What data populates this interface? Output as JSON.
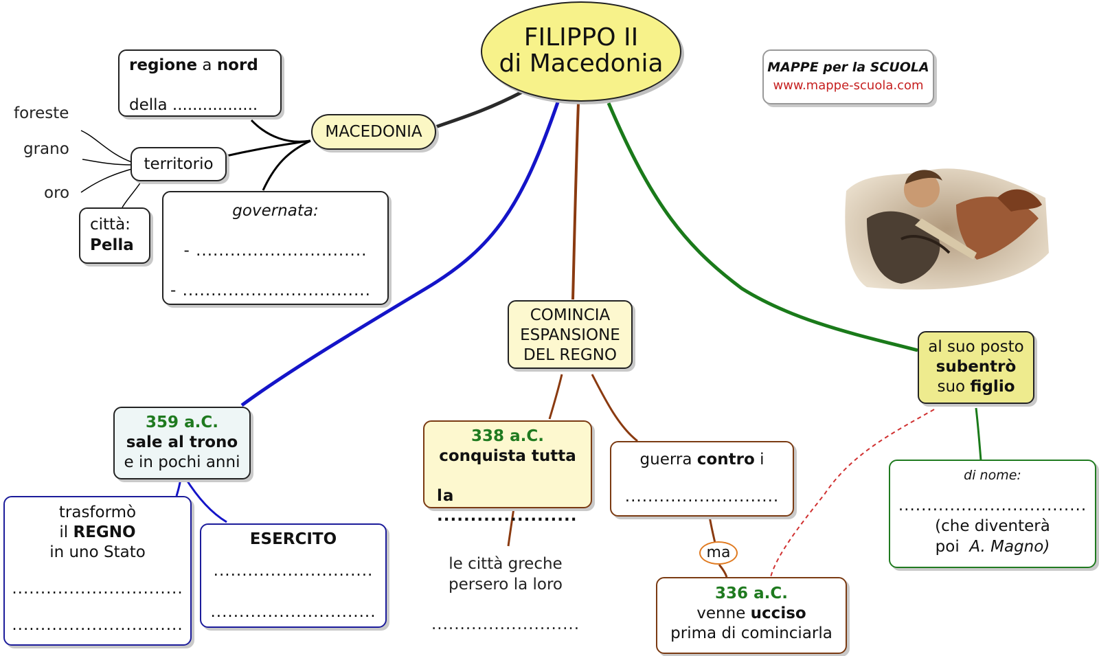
{
  "title": {
    "line1": "FILIPPO II",
    "line2": "di Macedonia"
  },
  "brand": {
    "name": "MAPPE per la SCUOLA",
    "url": "www.mappe-scuola.com"
  },
  "macedonia": {
    "label": "MACEDONIA",
    "regione": {
      "word1": "regione",
      "word2": "a",
      "word3": "nord",
      "line2": "della ................."
    },
    "territorio": "territorio",
    "territorio_items": [
      "foreste",
      "grano",
      "oro"
    ],
    "citta": {
      "label": "città:",
      "name": "Pella"
    },
    "governata": {
      "label": "governata:",
      "line1": "- ..............................",
      "line2": "- ................................."
    }
  },
  "espansione": {
    "line1": "COMINCIA",
    "line2": "ESPANSIONE",
    "line3": "DEL REGNO"
  },
  "trono": {
    "date": "359 a.C.",
    "line2": "sale al trono",
    "line3": "e in pochi anni"
  },
  "regno": {
    "line1": "trasformò",
    "line2a": "il",
    "line2b": "REGNO",
    "line3": "in uno Stato",
    "dots1": "..............................",
    "dots2": ".............................."
  },
  "esercito": {
    "title": "ESERCITO",
    "dots1": "............................",
    "dots2": "............................."
  },
  "conquista": {
    "date": "338 a.C.",
    "line2": "conquista tutta",
    "line3": "la ....................."
  },
  "citta_greche": {
    "line1": "le città greche",
    "line2": "persero la loro",
    "dots": ".........................."
  },
  "guerra": {
    "w1": "guerra",
    "w2": "contro",
    "w3": "i",
    "dots": "..........................."
  },
  "ma": "ma",
  "ucciso": {
    "date": "336 a.C.",
    "w1": "venne",
    "w2": "ucciso",
    "line3": "prima di cominciarla"
  },
  "subentro": {
    "line1": "al suo posto",
    "line2": "subentrò",
    "line3a": "suo",
    "line3b": "figlio"
  },
  "figlio": {
    "label": "di nome:",
    "dots": ".................................",
    "line3": "(che diventerà",
    "line4a": "poi",
    "line4b": "A. Magno)"
  },
  "image": {
    "name": "alessandro-mosaic"
  },
  "colors": {
    "blue": "#1414c8",
    "brown": "#8a3a10",
    "green": "#1a7a1a",
    "yellow": "#f7f28a",
    "cream": "#fdf8cf"
  }
}
